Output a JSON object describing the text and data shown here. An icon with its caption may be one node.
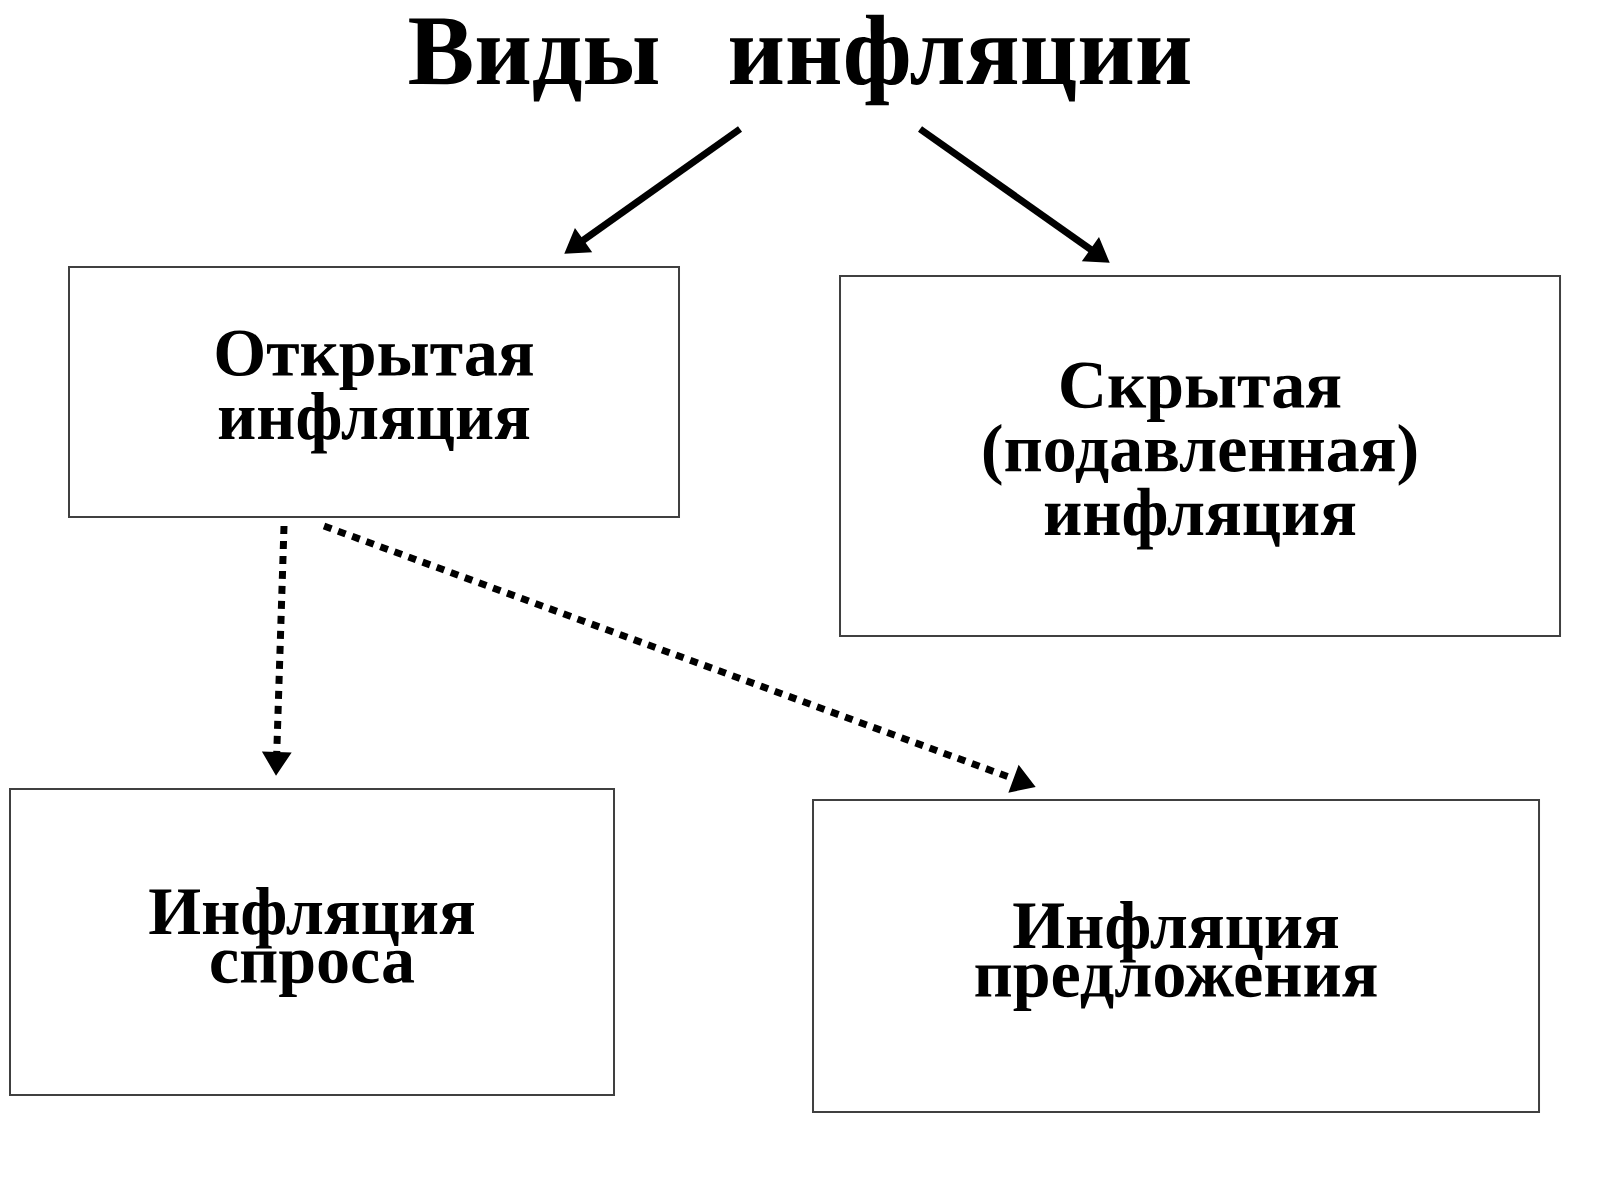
{
  "diagram": {
    "nodes": [
      {
        "text": [
          "Виды инфляции"
        ]
      },
      {
        "text": [
          "Открытая инфляция"
        ]
      },
      {
        "text": [
          "Скрытая (подавленная) инфляция"
        ]
      },
      {
        "text": [
          "Инфляция спроса"
        ]
      },
      {
        "text": [
          "Инфляция предложения"
        ]
      }
    ],
    "edges": [
      {
        "from": 0,
        "to": 1,
        "arrow": "to"
      },
      {
        "from": 0,
        "to": 2,
        "arrow": "to"
      },
      {
        "from": 1,
        "to": 3,
        "arrow": "to",
        "style": "dashed"
      },
      {
        "from": 1,
        "to": 4,
        "arrow": "to",
        "style": "dashed"
      }
    ]
  }
}
